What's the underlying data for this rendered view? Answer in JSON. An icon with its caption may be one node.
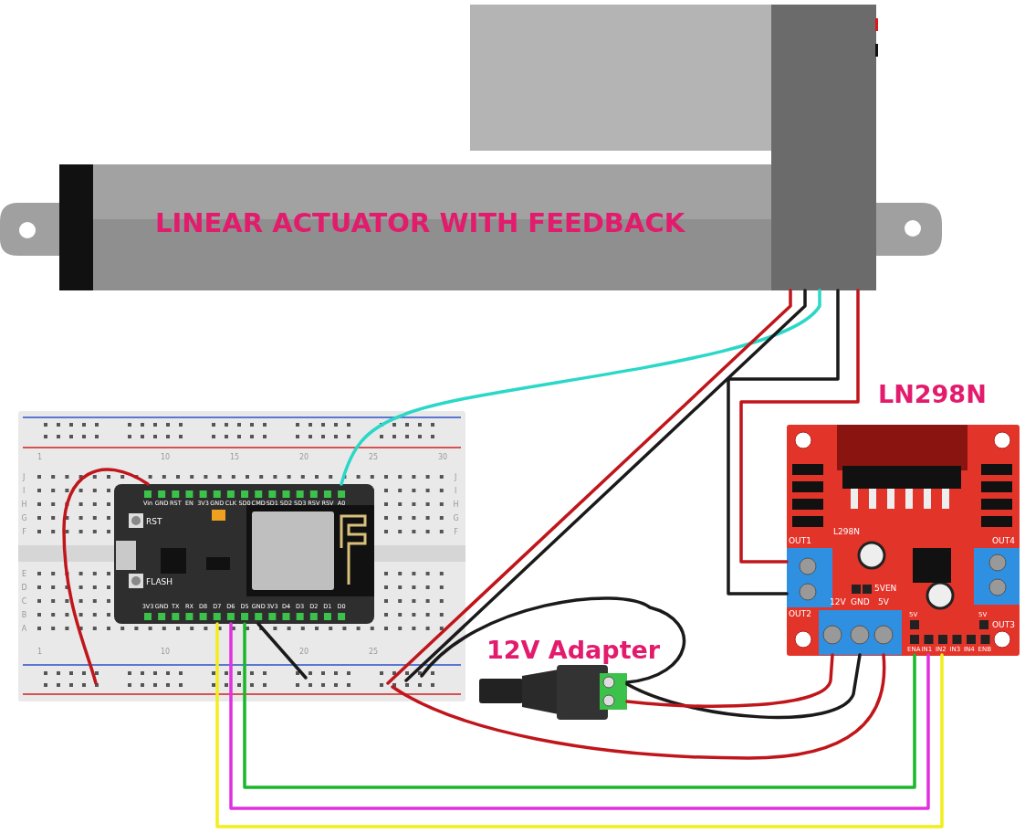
{
  "diagram": {
    "nodes": [
      {
        "text": [
          "LINEAR ACTUATOR WITH FEEDBACK"
        ]
      },
      {
        "text": [],
        "shape": "picture"
      },
      {
        "text": [
          "Vin",
          "GND",
          "RST",
          "EN",
          "3V3",
          "GND",
          "CLK",
          "SD0",
          "CMD",
          "SD1",
          "SD2",
          "SD3",
          "RSV",
          "RSV",
          "A0",
          "RST",
          "FLASH",
          "3V3",
          "GND",
          "TX",
          "RX",
          "D8",
          "D7",
          "D6",
          "D5",
          "GND",
          "3V3",
          "D4",
          "D3",
          "D2",
          "D1",
          "D0"
        ],
        "in": 1
      },
      {
        "text": [
          "LN298N",
          "L298N",
          "OUT1",
          "OUT4",
          "5VEN",
          "OUT2",
          "12V",
          "GND",
          "5V",
          "5V",
          "5V",
          "OUT3",
          "ENA",
          "IN1",
          "IN2",
          "IN3",
          "IN4",
          "ENB"
        ]
      },
      {
        "text": [
          "12V Adapter"
        ]
      }
    ],
    "edges": [
      {
        "from": 0,
        "to": 2,
        "arrow": "none",
        "color": "#2ad8c8"
      },
      {
        "from": 0,
        "to": 1,
        "arrow": "none",
        "color": "#c0161b"
      },
      {
        "from": 0,
        "to": 1,
        "arrow": "none",
        "color": "#1a1a1a"
      },
      {
        "from": 0,
        "to": 3,
        "arrow": "none",
        "color": "#c0161b"
      },
      {
        "from": 0,
        "to": 3,
        "arrow": "none",
        "color": "#1a1a1a"
      },
      {
        "from": 2,
        "to": 1,
        "arrow": "none",
        "color": "#c0161b"
      },
      {
        "from": 2,
        "to": 1,
        "arrow": "none",
        "color": "#1a1a1a"
      },
      {
        "from": 3,
        "to": 1,
        "arrow": "none",
        "color": "#c0161b"
      },
      {
        "from": 4,
        "to": 1,
        "arrow": "none",
        "color": "#1a1a1a"
      },
      {
        "from": 4,
        "to": 3,
        "arrow": "none",
        "color": "#1a1a1a"
      },
      {
        "from": 4,
        "to": 3,
        "arrow": "none",
        "color": "#c0161b"
      },
      {
        "from": 2,
        "to": 3,
        "arrow": "none",
        "color": "#19b82a"
      },
      {
        "from": 2,
        "to": 3,
        "arrow": "none",
        "color": "#e030e0"
      },
      {
        "from": 2,
        "to": 3,
        "arrow": "none",
        "color": "#f2ee1a"
      }
    ],
    "labels": [
      "1",
      "10",
      "15",
      "20",
      "25",
      "30",
      "J",
      "I",
      "H",
      "G",
      "F",
      "E",
      "D",
      "C",
      "B",
      "A",
      "J",
      "I",
      "H",
      "G",
      "F",
      "1",
      "10",
      "20",
      "25"
    ]
  }
}
